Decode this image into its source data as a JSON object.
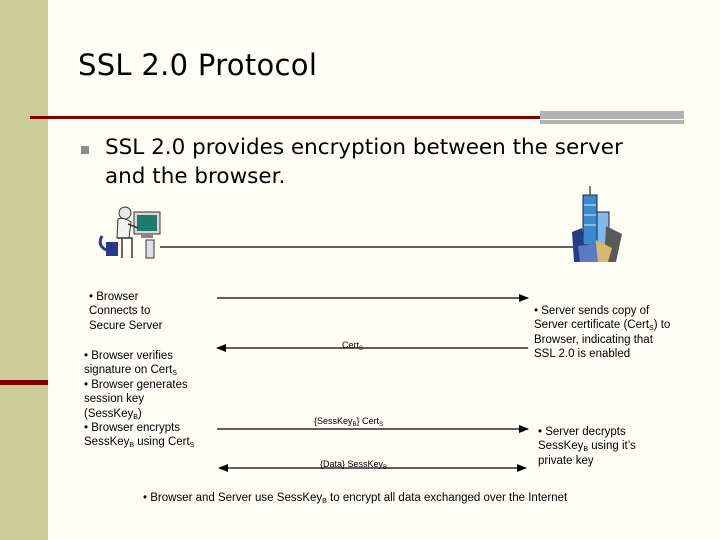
{
  "slide": {
    "title": "SSL 2.0 Protocol",
    "bullet": "SSL 2.0 provides encryption between the server and the browser."
  },
  "icons": {
    "client": "person-at-computer-icon",
    "server": "server-building-icon"
  },
  "diagram": {
    "browser_connects": [
      "• Browser",
      "Connects to",
      "Secure Server"
    ],
    "server_sends": {
      "line1": "• Server sends copy of",
      "line2_pre": "Server certificate (Cert",
      "line2_sub": "S",
      "line2_post": ") to",
      "line3": "Browser, indicating that",
      "line4": "SSL 2.0 is enabled"
    },
    "browser_actions": {
      "l1": "• Browser verifies",
      "l2_pre": "signature on Cert",
      "l2_sub": "S",
      "l3": "• Browser generates",
      "l4": "session key",
      "l5_pre": "(SessKey",
      "l5_sub": "B",
      "l5_post": ")",
      "l6": "• Browser encrypts",
      "l7_pre": "SessKey",
      "l7_sub": "B",
      "l7_mid": " using Cert",
      "l7_sub2": "S"
    },
    "server_decrypts": {
      "l1": "• Server decrypts",
      "l2_pre": "SessKey",
      "l2_sub": "B",
      "l2_post": " using it’s",
      "l3": "private key"
    },
    "msg_cert": {
      "pre": "Cert",
      "sub": "S"
    },
    "msg_sesskey": {
      "pre": "{SessKey",
      "sub1": "B",
      "mid": "} Cert",
      "sub2": "S"
    },
    "msg_data": {
      "pre": "{Data} SessKey",
      "sub": "B"
    },
    "footer": {
      "pre": "• Browser and Server use SessKey",
      "sub": "B",
      "post": " to encrypt all data exchanged over the Internet"
    }
  },
  "colors": {
    "left_band": "#cccc99",
    "accent_rule": "#800000",
    "gray_rule": "#b3b3b3"
  }
}
